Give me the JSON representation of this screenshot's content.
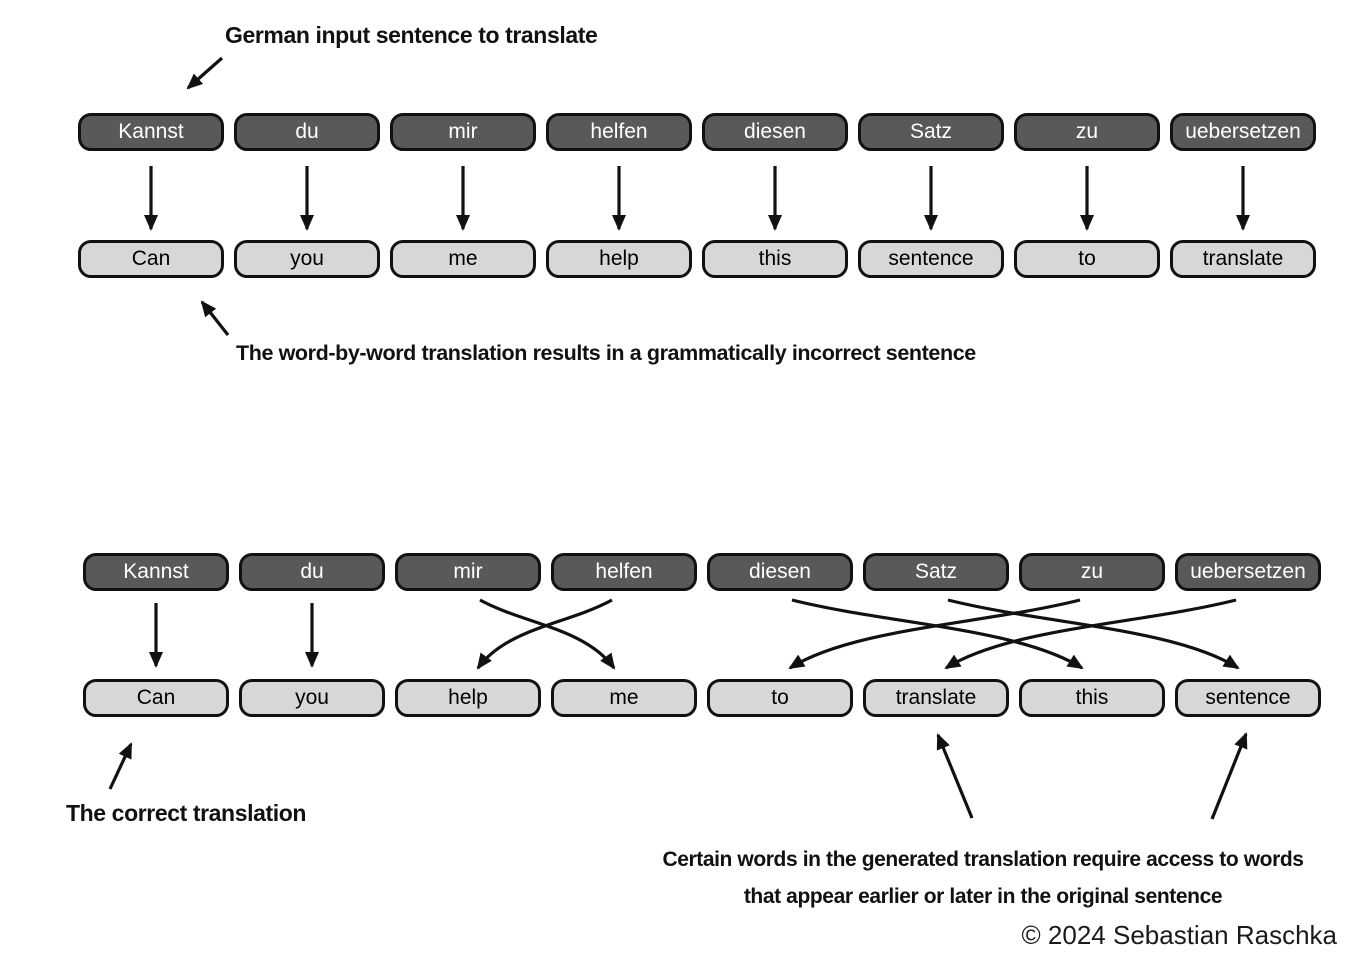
{
  "figure": {
    "annotation_top": "German input sentence to translate",
    "caption_incorrect": "The word-by-word translation results in a grammatically incorrect sentence",
    "caption_correct": "The correct translation",
    "caption_attention_line1": "Certain words in the generated translation require access to words",
    "caption_attention_line2": "that appear earlier or later in the original sentence",
    "copyright": "© 2024 Sebastian Raschka"
  },
  "diagram1": {
    "german_words": [
      "Kannst",
      "du",
      "mir",
      "helfen",
      "diesen",
      "Satz",
      "zu",
      "uebersetzen"
    ],
    "english_words": [
      "Can",
      "you",
      "me",
      "help",
      "this",
      "sentence",
      "to",
      "translate"
    ],
    "alignment": [
      0,
      1,
      2,
      3,
      4,
      5,
      6,
      7
    ]
  },
  "diagram2": {
    "german_words": [
      "Kannst",
      "du",
      "mir",
      "helfen",
      "diesen",
      "Satz",
      "zu",
      "uebersetzen"
    ],
    "english_words": [
      "Can",
      "you",
      "help",
      "me",
      "to",
      "translate",
      "this",
      "sentence"
    ],
    "alignment": [
      0,
      1,
      3,
      2,
      6,
      7,
      4,
      5
    ]
  },
  "colors": {
    "background": "#ffffff",
    "dark_box_fill": "#595959",
    "light_box_fill": "#d7d7d7",
    "box_border": "#111111",
    "arrow": "#111111"
  }
}
